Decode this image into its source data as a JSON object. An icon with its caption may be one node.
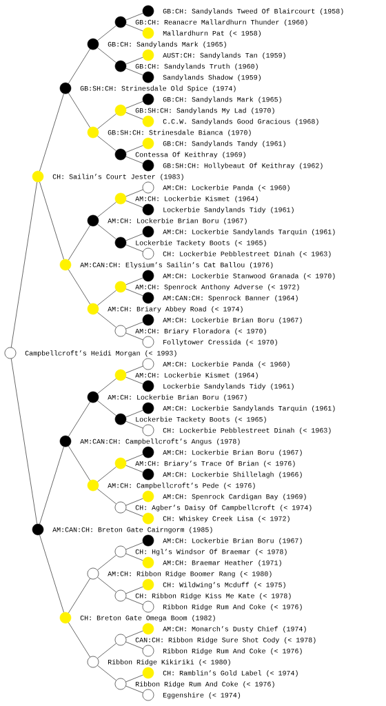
{
  "diagram": {
    "nodes": [
      {
        "text": [
          "GB:CH: Sandylands Tweed Of Blaircourt (1958)"
        ]
      },
      {
        "text": [
          "GB:CH: Reanacre Mallardhurn Thunder (1960)"
        ]
      },
      {
        "text": [
          "Mallardhurn Pat (< 1958)"
        ]
      },
      {
        "text": [
          "GB:CH: Sandylands Mark (1965)"
        ]
      },
      {
        "text": [
          "AUST:CH: Sandylands Tan (1959)"
        ]
      },
      {
        "text": [
          "GB:CH: Sandylands Truth (1960)"
        ]
      },
      {
        "text": [
          "Sandylands Shadow (1959)"
        ]
      },
      {
        "text": [
          "GB:SH:CH: Strinesdale Old Spice (1974)"
        ]
      },
      {
        "text": [
          "GB:CH: Sandylands Mark (1965)"
        ]
      },
      {
        "text": [
          "GB:SH:CH: Sandylands My Lad (1970)"
        ]
      },
      {
        "text": [
          "C.C.W. Sandylands Good Gracious (1968)"
        ]
      },
      {
        "text": [
          "GB:SH:CH: Strinesdale Bianca (1970)"
        ]
      },
      {
        "text": [
          "GB:CH: Sandylands Tandy (1961)"
        ]
      },
      {
        "text": [
          "Contessa Of Keithray (1969)"
        ]
      },
      {
        "text": [
          "GB:SH:CH: Hollybeaut Of Keithray (1962)"
        ]
      },
      {
        "text": [
          "CH: Sailin’s Court Jester (1983)"
        ]
      },
      {
        "text": [
          "AM:CH: Lockerbie Panda (< 1960)"
        ]
      },
      {
        "text": [
          "AM:CH: Lockerbie Kismet (1964)"
        ]
      },
      {
        "text": [
          "Lockerbie Sandylands Tidy (1961)"
        ]
      },
      {
        "text": [
          "AM:CH: Lockerbie Brian Boru (1967)"
        ]
      },
      {
        "text": [
          "AM:CH: Lockerbie Sandylands Tarquin (1961)"
        ]
      },
      {
        "text": [
          "Lockerbie Tackety Boots (< 1965)"
        ]
      },
      {
        "text": [
          "CH: Lockerbie Pebblestreet Dinah (< 1963)"
        ]
      },
      {
        "text": [
          "AM:CAN:CH: Elysium’s Sailin’s Cat Ballou (1976)"
        ]
      },
      {
        "text": [
          "AM:CH: Lockerbie Stanwood Granada (< 1970)"
        ]
      },
      {
        "text": [
          "AM:CH: Spenrock Anthony Adverse (< 1972)"
        ]
      },
      {
        "text": [
          "AM:CAN:CH: Spenrock Banner (1964)"
        ]
      },
      {
        "text": [
          "AM:CH: Briary Abbey Road (< 1974)"
        ]
      },
      {
        "text": [
          "AM:CH: Lockerbie Brian Boru (1967)"
        ]
      },
      {
        "text": [
          "AM:CH: Briary Floradora (< 1970)"
        ]
      },
      {
        "text": [
          "Follytower Cressida (< 1970)"
        ]
      },
      {
        "text": [
          "Campbellcroft’s Heidi Morgan (< 1993)"
        ]
      },
      {
        "text": [
          "AM:CH: Lockerbie Panda (< 1960)"
        ]
      },
      {
        "text": [
          "AM:CH: Lockerbie Kismet (1964)"
        ]
      },
      {
        "text": [
          "Lockerbie Sandylands Tidy (1961)"
        ]
      },
      {
        "text": [
          "AM:CH: Lockerbie Brian Boru (1967)"
        ]
      },
      {
        "text": [
          "AM:CH: Lockerbie Sandylands Tarquin (1961)"
        ]
      },
      {
        "text": [
          "Lockerbie Tackety Boots (< 1965)"
        ]
      },
      {
        "text": [
          "CH: Lockerbie Pebblestreet Dinah (< 1963)"
        ]
      },
      {
        "text": [
          "AM:CAN:CH: Campbellcroft’s Angus (1978)"
        ]
      },
      {
        "text": [
          "AM:CH: Lockerbie Brian Boru (1967)"
        ]
      },
      {
        "text": [
          "AM:CH: Briary’s Trace Of Brian (< 1976)"
        ]
      },
      {
        "text": [
          "AM:CH: Lockerbie Shillelagh (1966)"
        ]
      },
      {
        "text": [
          "AM:CH: Campbellcroft’s Pede (< 1976)"
        ]
      },
      {
        "text": [
          "AM:CH: Spenrock Cardigan Bay (1969)"
        ]
      },
      {
        "text": [
          "CH: Agber’s Daisy Of Campbellcroft (< 1974)"
        ]
      },
      {
        "text": [
          "CH: Whiskey Creek Lisa (< 1972)"
        ]
      },
      {
        "text": [
          "AM:CAN:CH: Breton Gate Cairngorm (1985)"
        ]
      },
      {
        "text": [
          "AM:CH: Lockerbie Brian Boru (1967)"
        ]
      },
      {
        "text": [
          "CH: Hgl’s Windsor Of Braemar (< 1978)"
        ]
      },
      {
        "text": [
          "AM:CH: Braemar Heather (1971)"
        ]
      },
      {
        "text": [
          "AM:CH: Ribbon Ridge Boomer Rang (< 1980)"
        ]
      },
      {
        "text": [
          "CH: Wildwing’s Mcduff (< 1975)"
        ]
      },
      {
        "text": [
          "CH: Ribbon Ridge Kiss Me Kate (< 1978)"
        ]
      },
      {
        "text": [
          "Ribbon Ridge Rum And Coke (< 1976)"
        ]
      },
      {
        "text": [
          "CH: Breton Gate Omega Boom (1982)"
        ]
      },
      {
        "text": [
          "AM:CH: Monarch’s Dusty Chief (1974)"
        ]
      },
      {
        "text": [
          "CAN:CH: Ribbon Ridge Sure Shot Cody (< 1978)"
        ]
      },
      {
        "text": [
          "Ribbon Ridge Rum And Coke (< 1976)"
        ]
      },
      {
        "text": [
          "Ribbon Ridge Kikiriki (< 1980)"
        ]
      },
      {
        "text": [
          "CH: Ramblin’s Gold Label (< 1974)"
        ]
      },
      {
        "text": [
          "Ribbon Ridge Rum And Coke (< 1976)"
        ]
      },
      {
        "text": [
          "Eggenshire (< 1974)"
        ]
      }
    ],
    "edges": [
      {
        "from": 1,
        "to": 0,
        "arrow": "none"
      },
      {
        "from": 1,
        "to": 2,
        "arrow": "none"
      },
      {
        "from": 3,
        "to": 1,
        "arrow": "none"
      },
      {
        "from": 3,
        "to": 5,
        "arrow": "none"
      },
      {
        "from": 5,
        "to": 4,
        "arrow": "none"
      },
      {
        "from": 5,
        "to": 6,
        "arrow": "none"
      },
      {
        "from": 7,
        "to": 3,
        "arrow": "none"
      },
      {
        "from": 7,
        "to": 11,
        "arrow": "none"
      },
      {
        "from": 9,
        "to": 8,
        "arrow": "none"
      },
      {
        "from": 9,
        "to": 10,
        "arrow": "none"
      },
      {
        "from": 11,
        "to": 9,
        "arrow": "none"
      },
      {
        "from": 11,
        "to": 13,
        "arrow": "none"
      },
      {
        "from": 13,
        "to": 12,
        "arrow": "none"
      },
      {
        "from": 13,
        "to": 14,
        "arrow": "none"
      },
      {
        "from": 15,
        "to": 7,
        "arrow": "none"
      },
      {
        "from": 15,
        "to": 23,
        "arrow": "none"
      },
      {
        "from": 17,
        "to": 16,
        "arrow": "none"
      },
      {
        "from": 17,
        "to": 18,
        "arrow": "none"
      },
      {
        "from": 19,
        "to": 17,
        "arrow": "none"
      },
      {
        "from": 19,
        "to": 21,
        "arrow": "none"
      },
      {
        "from": 21,
        "to": 20,
        "arrow": "none"
      },
      {
        "from": 21,
        "to": 22,
        "arrow": "none"
      },
      {
        "from": 23,
        "to": 19,
        "arrow": "none"
      },
      {
        "from": 23,
        "to": 27,
        "arrow": "none"
      },
      {
        "from": 25,
        "to": 24,
        "arrow": "none"
      },
      {
        "from": 25,
        "to": 26,
        "arrow": "none"
      },
      {
        "from": 27,
        "to": 25,
        "arrow": "none"
      },
      {
        "from": 27,
        "to": 29,
        "arrow": "none"
      },
      {
        "from": 29,
        "to": 28,
        "arrow": "none"
      },
      {
        "from": 29,
        "to": 30,
        "arrow": "none"
      },
      {
        "from": 31,
        "to": 15,
        "arrow": "none"
      },
      {
        "from": 31,
        "to": 47,
        "arrow": "none"
      },
      {
        "from": 33,
        "to": 32,
        "arrow": "none"
      },
      {
        "from": 33,
        "to": 34,
        "arrow": "none"
      },
      {
        "from": 35,
        "to": 33,
        "arrow": "none"
      },
      {
        "from": 35,
        "to": 37,
        "arrow": "none"
      },
      {
        "from": 37,
        "to": 36,
        "arrow": "none"
      },
      {
        "from": 37,
        "to": 38,
        "arrow": "none"
      },
      {
        "from": 39,
        "to": 35,
        "arrow": "none"
      },
      {
        "from": 39,
        "to": 43,
        "arrow": "none"
      },
      {
        "from": 41,
        "to": 40,
        "arrow": "none"
      },
      {
        "from": 41,
        "to": 42,
        "arrow": "none"
      },
      {
        "from": 43,
        "to": 41,
        "arrow": "none"
      },
      {
        "from": 43,
        "to": 45,
        "arrow": "none"
      },
      {
        "from": 45,
        "to": 44,
        "arrow": "none"
      },
      {
        "from": 45,
        "to": 46,
        "arrow": "none"
      },
      {
        "from": 47,
        "to": 39,
        "arrow": "none"
      },
      {
        "from": 47,
        "to": 55,
        "arrow": "none"
      },
      {
        "from": 49,
        "to": 48,
        "arrow": "none"
      },
      {
        "from": 49,
        "to": 50,
        "arrow": "none"
      },
      {
        "from": 51,
        "to": 49,
        "arrow": "none"
      },
      {
        "from": 51,
        "to": 53,
        "arrow": "none"
      },
      {
        "from": 53,
        "to": 52,
        "arrow": "none"
      },
      {
        "from": 53,
        "to": 54,
        "arrow": "none"
      },
      {
        "from": 55,
        "to": 51,
        "arrow": "none"
      },
      {
        "from": 55,
        "to": 59,
        "arrow": "none"
      },
      {
        "from": 57,
        "to": 56,
        "arrow": "none"
      },
      {
        "from": 57,
        "to": 58,
        "arrow": "none"
      },
      {
        "from": 59,
        "to": 57,
        "arrow": "none"
      },
      {
        "from": 59,
        "to": 61,
        "arrow": "none"
      },
      {
        "from": 61,
        "to": 60,
        "arrow": "none"
      },
      {
        "from": 61,
        "to": 62,
        "arrow": "none"
      }
    ]
  }
}
